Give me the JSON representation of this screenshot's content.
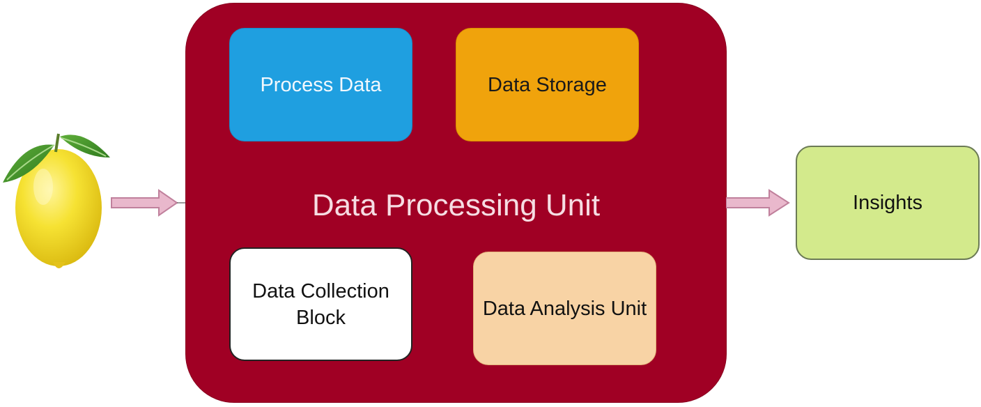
{
  "diagram": {
    "input": {
      "icon": "lemon-icon"
    },
    "unit": {
      "title": "Data Processing Unit",
      "color": "#a00024",
      "blocks": {
        "process": {
          "label": "Process Data",
          "color": "#1f9fe0"
        },
        "storage": {
          "label": "Data Storage",
          "color": "#f0a30c"
        },
        "collection": {
          "label": "Data Collection Block",
          "color": "#ffffff"
        },
        "analysis": {
          "label": "Data Analysis Unit",
          "color": "#f8d3a5"
        }
      }
    },
    "output": {
      "label": "Insights",
      "color": "#d3ea8c"
    },
    "arrow_color": "#e9b8cc"
  }
}
